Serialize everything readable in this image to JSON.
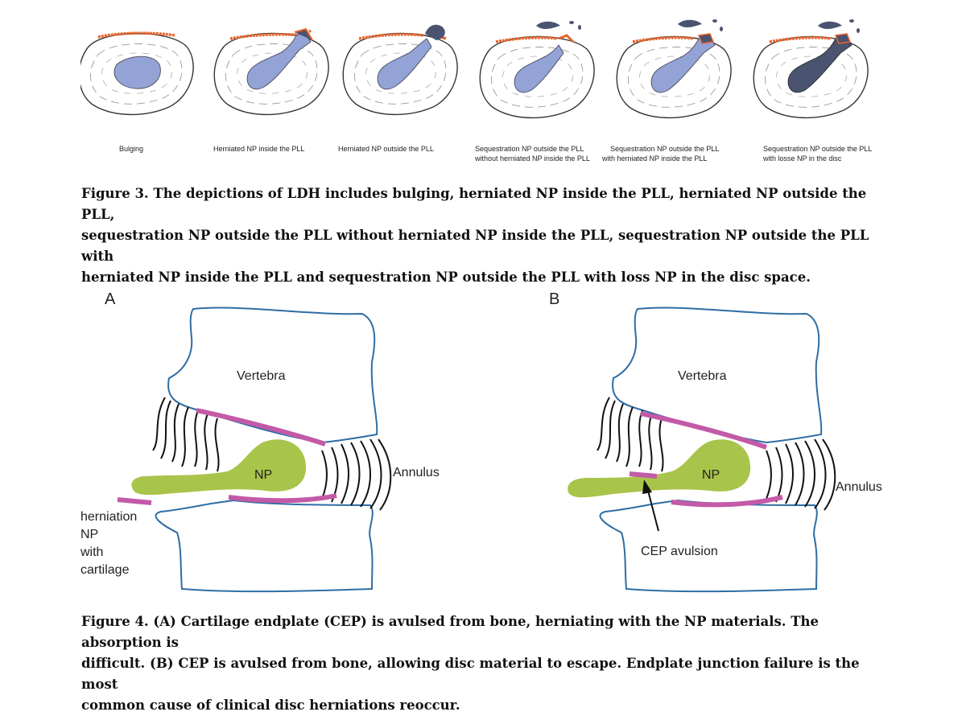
{
  "figure3": {
    "stages": [
      {
        "lines": [
          "Bulging"
        ]
      },
      {
        "lines": [
          "Herniated NP inside the PLL"
        ]
      },
      {
        "lines": [
          "Herniated NP outside the PLL"
        ]
      },
      {
        "lines": [
          "Sequestration NP outside the PLL",
          "without herniated NP inside the PLL"
        ]
      },
      {
        "lines": [
          "Sequestration NP outside the PLL",
          "with herniated NP inside the PLL"
        ]
      },
      {
        "lines": [
          "Sequestration NP outside the PLL",
          "with losse NP in the disc"
        ]
      }
    ],
    "caption_lines": [
      "Figure 3.  The depictions of LDH includes bulging, herniated NP inside the PLL, herniated NP outside the PLL,",
      "sequestration NP outside the PLL without herniated NP inside the PLL, sequestration NP outside the PLL with",
      "herniated NP inside the PLL and sequestration NP outside the PLL with loss NP in the disc space."
    ],
    "colors": {
      "ligament": "#e8632a",
      "np_light": "#93a3d6",
      "np_dark": "#4a5370",
      "outline": "#333333"
    }
  },
  "figure4": {
    "panel_a": {
      "letter": "A",
      "vertebra": "Vertebra",
      "np": "NP",
      "annulus": "Annulus",
      "herniation_lines": [
        "herniation",
        "NP",
        "with",
        "cartilage"
      ]
    },
    "panel_b": {
      "letter": "B",
      "vertebra": "Vertebra",
      "np": "NP",
      "annulus": "Annulus",
      "avulsion": "CEP avulsion"
    },
    "colors": {
      "bone_outline": "#2e6da4",
      "np_fill": "#a9c44a",
      "cep": "#c35aa8"
    },
    "caption_lines": [
      "Figure 4.  (A) Cartilage endplate (CEP) is avulsed from bone, herniating with the NP materials. The absorption is",
      "difficult. (B) CEP is avulsed from bone, allowing disc material to escape. Endplate junction failure is the most",
      "common cause of clinical disc herniations reoccur."
    ]
  }
}
